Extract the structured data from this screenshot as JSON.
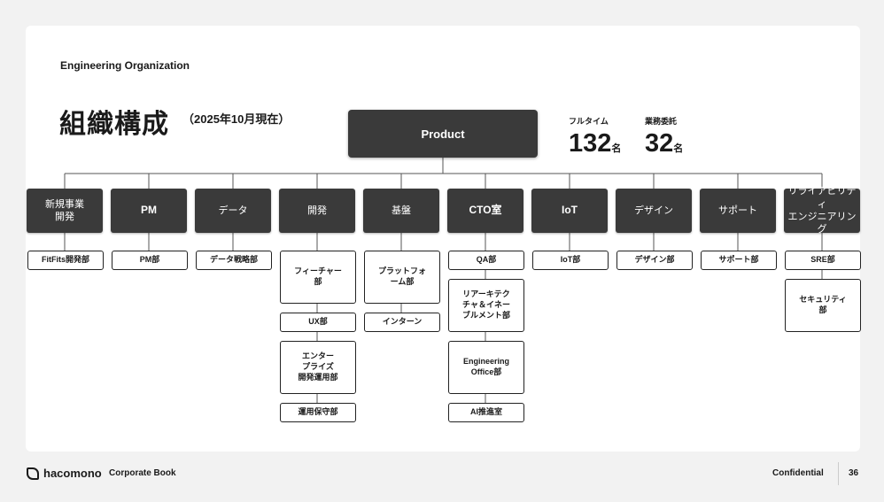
{
  "header": {
    "section_label": "Engineering Organization",
    "title": "組織構成",
    "subtitle": "（2025年10月現在）"
  },
  "root": {
    "label": "Product"
  },
  "stats": [
    {
      "label": "フルタイム",
      "value": "132",
      "unit": "名"
    },
    {
      "label": "業務委託",
      "value": "32",
      "unit": "名"
    }
  ],
  "departments": [
    {
      "label": "新規事業\n開発",
      "subs": [
        "FitFits開発部"
      ]
    },
    {
      "label": "PM",
      "subs": [
        "PM部"
      ]
    },
    {
      "label": "データ",
      "subs": [
        "データ戦略部"
      ]
    },
    {
      "label": "開発",
      "subs": [
        "フィーチャー\n部",
        "UX部",
        "エンター\nプライズ\n開発運用部",
        "運用保守部"
      ]
    },
    {
      "label": "基盤",
      "subs": [
        "プラットフォ\nーム部",
        "インターン"
      ]
    },
    {
      "label": "CTO室",
      "subs": [
        "QA部",
        "リアーキテク\nチャ＆イネー\nブルメント部",
        "Engineering\nOffice部",
        "AI推進室"
      ]
    },
    {
      "label": "IoT",
      "subs": [
        "IoT部"
      ]
    },
    {
      "label": "デザイン",
      "subs": [
        "デザイン部"
      ]
    },
    {
      "label": "サポート",
      "subs": [
        "サポート部"
      ]
    },
    {
      "label": "リライアビリティ\nエンジニアリング",
      "subs": [
        "SRE部",
        "セキュリティ\n部"
      ]
    }
  ],
  "footer": {
    "brand": "hacomono",
    "book": "Corporate Book",
    "confidential": "Confidential",
    "page": "36"
  }
}
